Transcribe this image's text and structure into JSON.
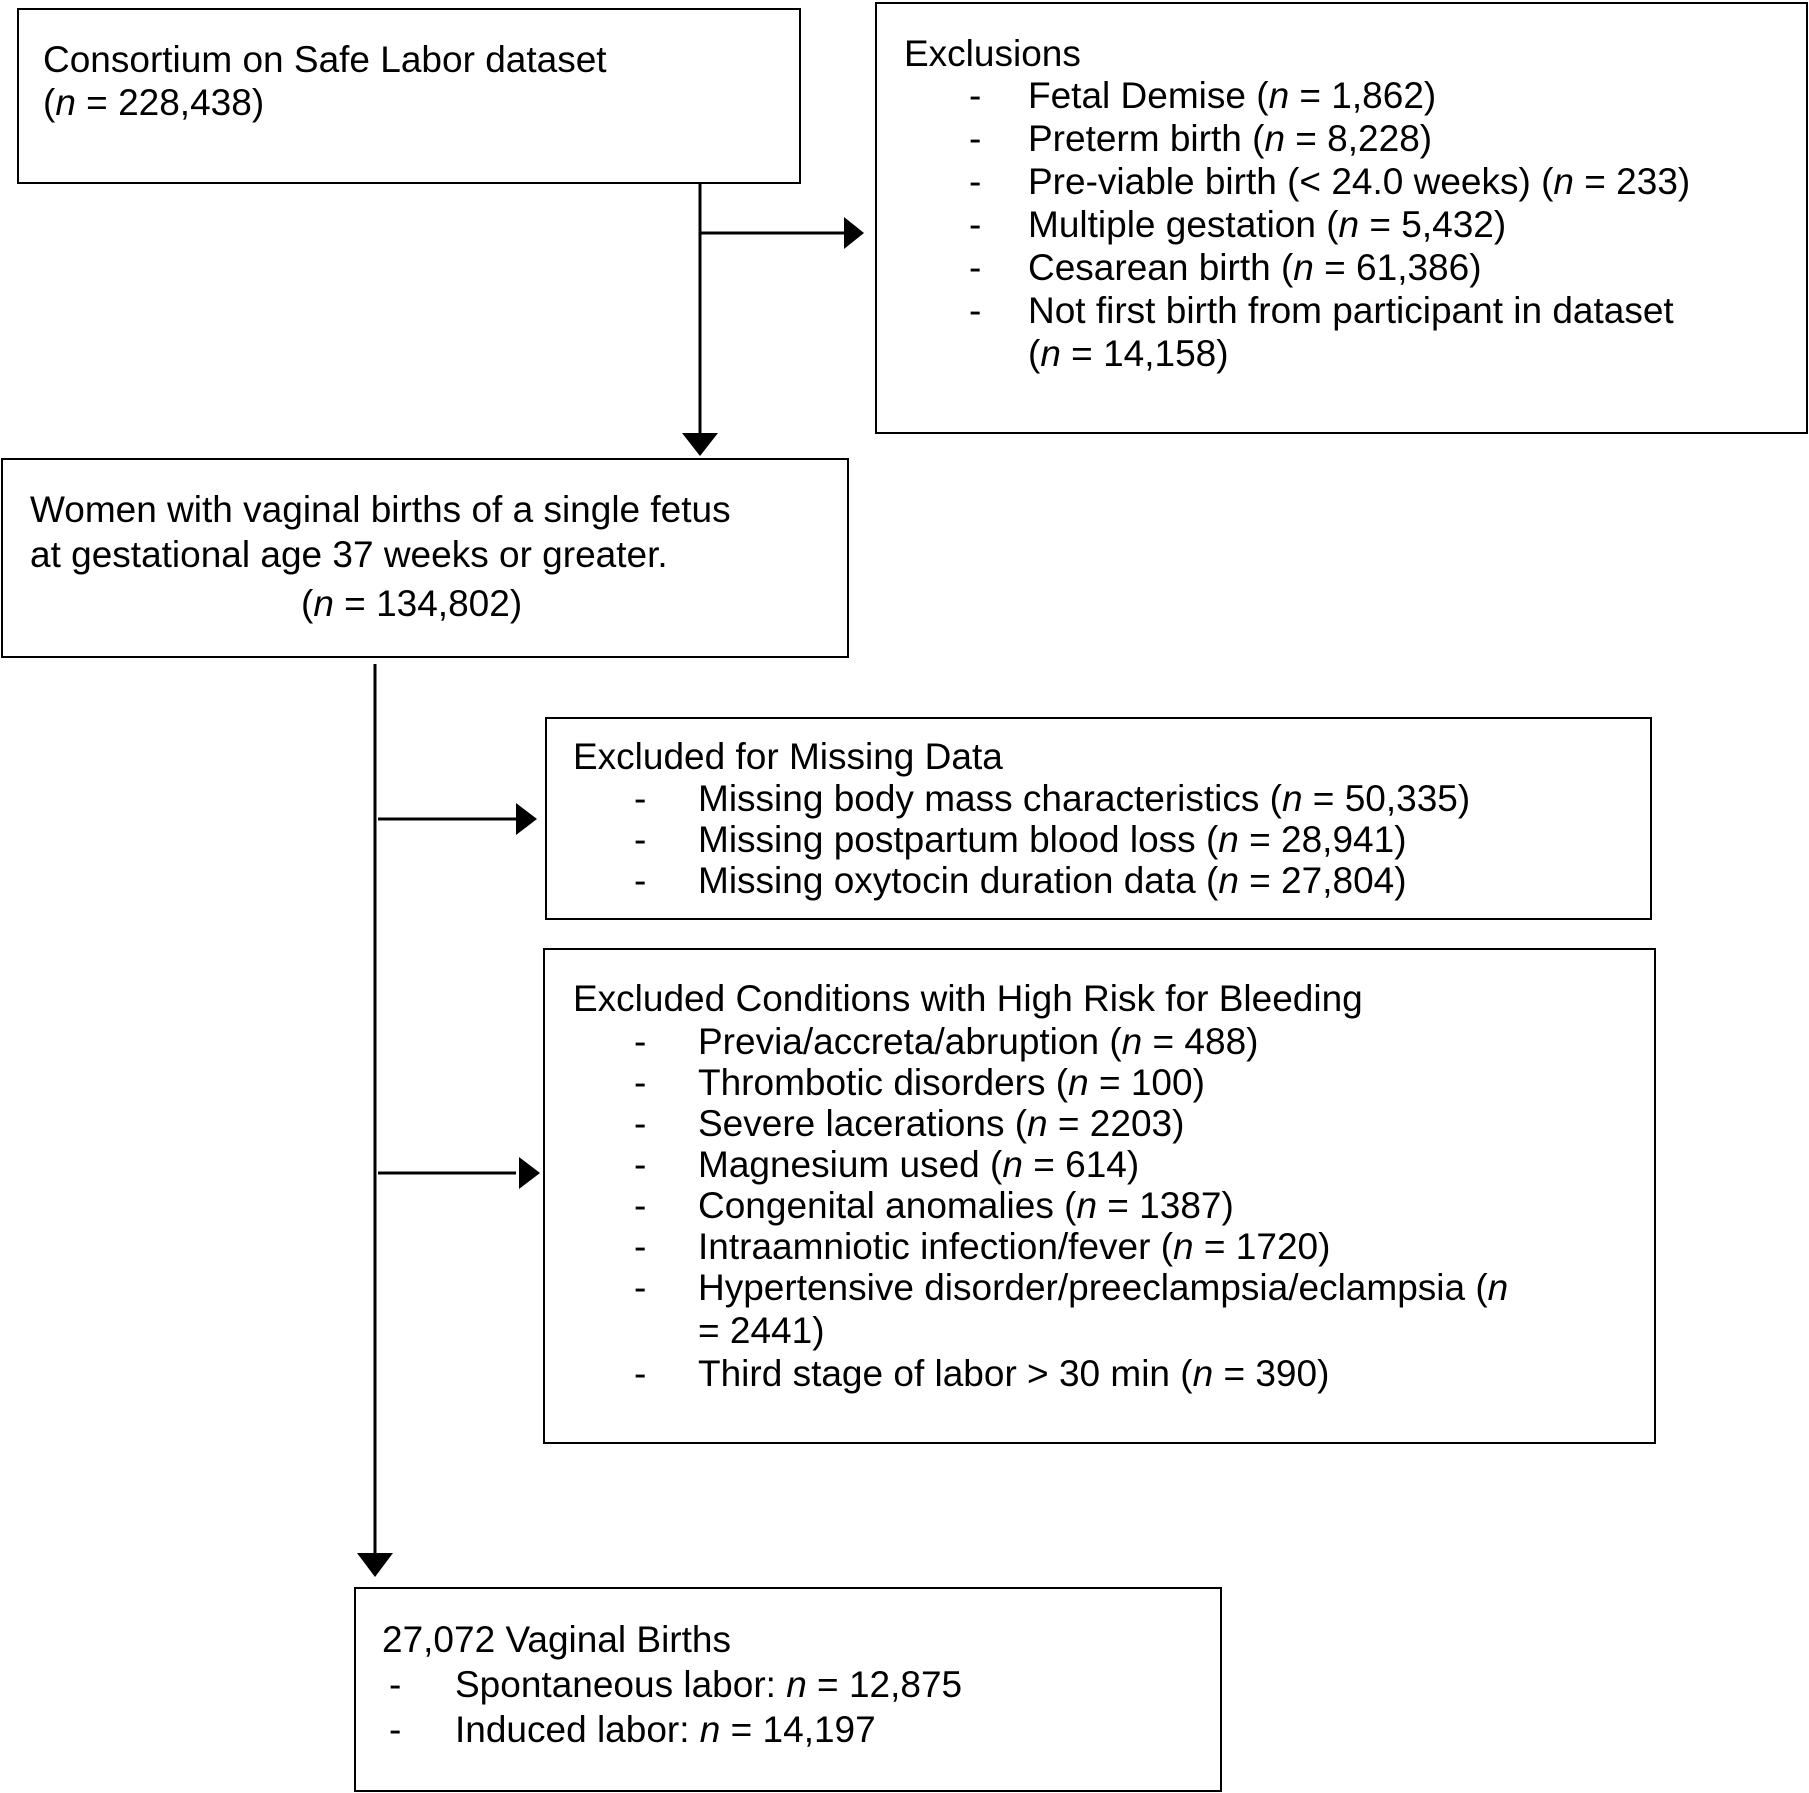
{
  "source": {
    "title": "Consortium on Safe Labor dataset",
    "count": {
      "open": "(",
      "n": "n",
      "rest": " = 228,438)"
    }
  },
  "exclusions": {
    "title": "Exclusions",
    "items": [
      {
        "dash": "-",
        "pre": "Fetal Demise (",
        "n": "n",
        "post": " = 1,862)"
      },
      {
        "dash": "-",
        "pre": "Preterm birth (",
        "n": "n",
        "post": " = 8,228)"
      },
      {
        "dash": "-",
        "pre": "Pre-viable birth (< 24.0 weeks) (",
        "n": "n",
        "post": " = 233)"
      },
      {
        "dash": "-",
        "pre": "Multiple gestation (",
        "n": "n",
        "post": " = 5,432)"
      },
      {
        "dash": "-",
        "pre": "Cesarean birth (",
        "n": "n",
        "post": " = 61,386)"
      },
      {
        "dash": "-",
        "pre": "Not first birth from participant in dataset",
        "n": "",
        "post": ""
      }
    ],
    "cont": {
      "open": "(",
      "n": "n",
      "rest": " = 14,158)"
    }
  },
  "cohort": {
    "line1": "Women with vaginal births of a single fetus",
    "line2": "at gestational age 37 weeks or greater.",
    "count": {
      "open": "(",
      "n": "n",
      "rest": " = 134,802)"
    }
  },
  "missing": {
    "title": "Excluded for Missing Data",
    "items": [
      {
        "dash": "-",
        "pre": "Missing body mass characteristics (",
        "n": "n",
        "post": " = 50,335)"
      },
      {
        "dash": "-",
        "pre": "Missing postpartum blood loss (",
        "n": "n",
        "post": " = 28,941)"
      },
      {
        "dash": "-",
        "pre": "Missing oxytocin duration data (",
        "n": "n",
        "post": " = 27,804)"
      }
    ]
  },
  "bleeding": {
    "title": "Excluded Conditions with High Risk for Bleeding",
    "items": [
      {
        "dash": "-",
        "pre": "Previa/accreta/abruption (",
        "n": "n",
        "post": " = 488)"
      },
      {
        "dash": "-",
        "pre": "Thrombotic disorders (",
        "n": "n",
        "post": " = 100)"
      },
      {
        "dash": "-",
        "pre": "Severe lacerations (",
        "n": "n",
        "post": " = 2203)"
      },
      {
        "dash": "-",
        "pre": "Magnesium used (",
        "n": "n",
        "post": " = 614)"
      },
      {
        "dash": "-",
        "pre": "Congenital anomalies (",
        "n": "n",
        "post": " = 1387)"
      },
      {
        "dash": "-",
        "pre": "Intraamniotic infection/fever (",
        "n": "n",
        "post": " = 1720)"
      },
      {
        "dash": "-",
        "pre": "Hypertensive disorder/preeclampsia/eclampsia (",
        "n": "n",
        "post": ""
      },
      {
        "dash": "-",
        "pre": "Third stage of labor > 30 min (",
        "n": "n",
        "post": " = 390)"
      }
    ],
    "hypertensive_cont": "= 2441)"
  },
  "final": {
    "title": "27,072 Vaginal Births",
    "items": [
      {
        "dash": "-",
        "pre": "Spontaneous labor: ",
        "n": "n",
        "post": " = 12,875"
      },
      {
        "dash": "-",
        "pre": "Induced labor: ",
        "n": "n",
        "post": " = 14,197"
      }
    ]
  }
}
